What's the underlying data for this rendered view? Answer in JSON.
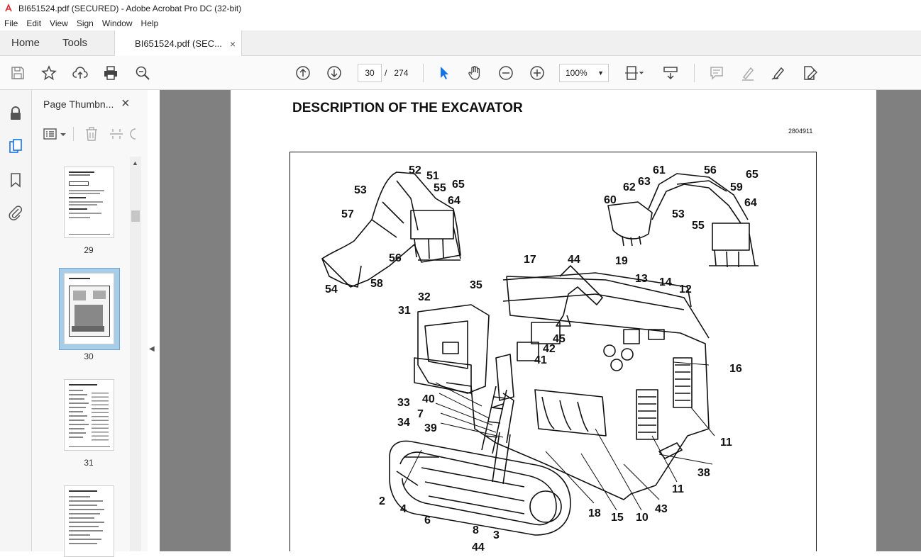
{
  "window": {
    "title": "BI651524.pdf (SECURED) - Adobe Acrobat Pro DC (32-bit)"
  },
  "menu": [
    "File",
    "Edit",
    "View",
    "Sign",
    "Window",
    "Help"
  ],
  "tabs": {
    "home": "Home",
    "tools": "Tools",
    "document": "BI651524.pdf (SEC...",
    "close_glyph": "×"
  },
  "toolbar": {
    "current_page": "30",
    "page_separator": "/",
    "total_pages": "274",
    "zoom": "100%"
  },
  "thumbnails": {
    "header": "Page Thumbn...",
    "close_glyph": "×",
    "pages": [
      {
        "number": "29"
      },
      {
        "number": "30",
        "selected": true
      },
      {
        "number": "31"
      },
      {
        "number": ""
      }
    ]
  },
  "document": {
    "heading": "DESCRIPTION OF THE EXCAVATOR",
    "code": "2804911",
    "callouts": {
      "c52": "52",
      "c51": "51",
      "c65a": "65",
      "c53a": "53",
      "c55a": "55",
      "c64a": "64",
      "c57": "57",
      "c56a": "56",
      "c54": "54",
      "c58": "58",
      "c61": "61",
      "c56b": "56",
      "c65b": "65",
      "c62": "62",
      "c63": "63",
      "c59": "59",
      "c60": "60",
      "c64b": "64",
      "c53b": "53",
      "c55b": "55",
      "c17": "17",
      "c44a": "44",
      "c19": "19",
      "c13": "13",
      "c14": "14",
      "c12": "12",
      "c35": "35",
      "c32": "32",
      "c31": "31",
      "c45": "45",
      "c42": "42",
      "c41": "41",
      "c16": "16",
      "c40": "40",
      "c33": "33",
      "c7": "7",
      "c34": "34",
      "c39": "39",
      "c11a": "11",
      "c38": "38",
      "c11b": "11",
      "c2": "2",
      "c4": "4",
      "c6": "6",
      "c18": "18",
      "c15": "15",
      "c10": "10",
      "c43": "43",
      "c8": "8",
      "c44b": "44",
      "c3": "3"
    }
  },
  "colors": {
    "accent": "#1473e6",
    "doc_background": "#808080",
    "selection": "#a8cde8"
  }
}
